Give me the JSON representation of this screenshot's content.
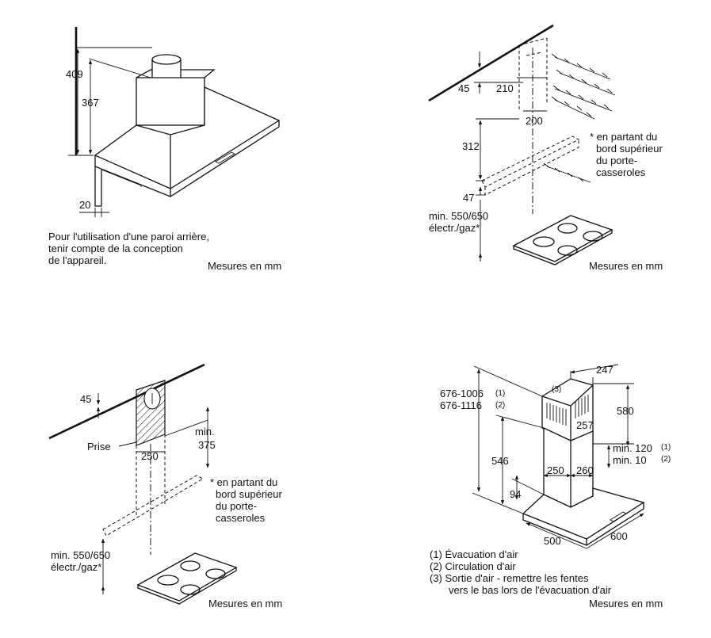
{
  "panel1": {
    "dim_total": "409",
    "dim_body": "367",
    "dim_offset": "20",
    "note_line1": "Pour l'utilisation d'une paroi arrière,",
    "note_line2": "tenir compte de la conception",
    "note_line3": "de l'appareil.",
    "units": "Mesures en mm"
  },
  "panel2": {
    "dim_45": "45",
    "dim_210": "210",
    "dim_200": "200",
    "dim_312": "312",
    "dim_47": "47",
    "min_line1": "min. 550/650",
    "min_line2": "électr./gaz*",
    "note_line1": "* en partant du",
    "note_line2": "bord supérieur",
    "note_line3": "du porte-",
    "note_line4": "casseroles",
    "units": "Mesures en mm"
  },
  "panel3": {
    "dim_45": "45",
    "socket_label": "Prise",
    "dim_250": "250",
    "min_label": "min.",
    "min_value": "375",
    "note_line1": "* en partant du",
    "note_line2": "bord supérieur",
    "note_line3": "du porte-",
    "note_line4": "casseroles",
    "min_line1": "min. 550/650",
    "min_line2": "électr./gaz*",
    "units": "Mesures en mm"
  },
  "panel4": {
    "dim_247": "247",
    "marker_3": "(3)",
    "range_1": "676-1006",
    "range_1_ref": "(1)",
    "range_2": "676-1116",
    "range_2_ref": "(2)",
    "dim_580": "580",
    "dim_257": "257",
    "dim_546": "546",
    "dim_250": "250",
    "dim_260": "260",
    "min_120": "min. 120",
    "min_120_ref": "(1)",
    "min_10": "min. 10",
    "min_10_ref": "(2)",
    "dim_94": "94",
    "dim_500": "500",
    "dim_600": "600",
    "legend_1": "(1) Évacuation d'air",
    "legend_2": "(2) Circulation d'air",
    "legend_3a": "(3) Sortie d'air - remettre les fentes",
    "legend_3b": "vers le bas lors de l'évacuation d'air",
    "units": "Mesures en mm"
  }
}
